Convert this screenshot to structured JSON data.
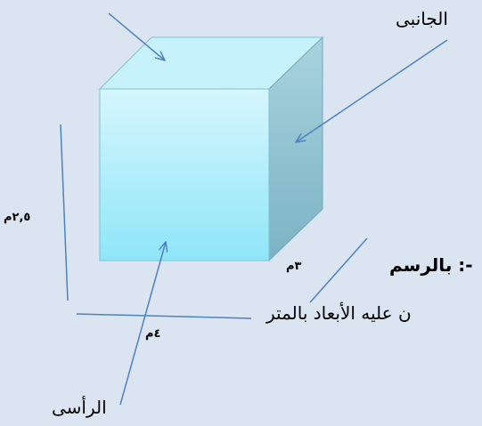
{
  "labels": {
    "side_face": "الجانبى",
    "front_face": "الرأسى",
    "height_dim": "٢,٥م",
    "width_dim": "٤م",
    "depth_dim": "٣م",
    "drawing_text": "بالرسم :-",
    "dimensions_text": "ن عليه الأبعاد بالمتر"
  },
  "colors": {
    "background": "#dbe5f1",
    "arrow": "#4f81bd",
    "front_top": "#d6f6fd",
    "front_bottom": "#8fe6f8",
    "top_face": "#c8f2fb",
    "side_face": "#8ec4d2"
  }
}
